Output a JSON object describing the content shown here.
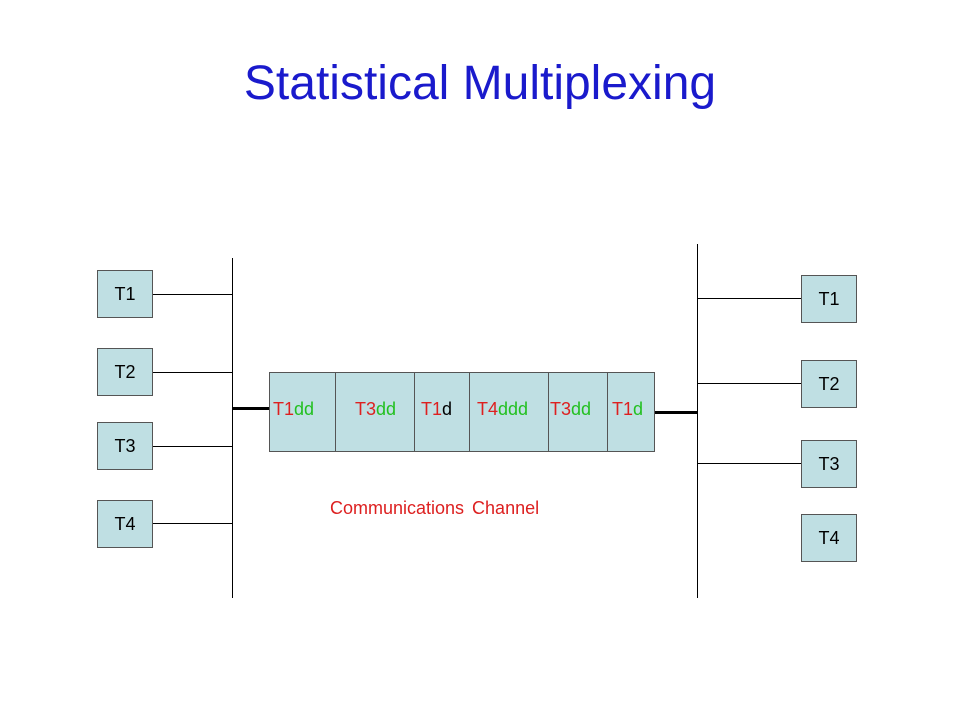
{
  "title": "Statistical Multiplexing",
  "left_terminals": [
    {
      "label": "T1"
    },
    {
      "label": "T2"
    },
    {
      "label": "T3"
    },
    {
      "label": "T4"
    }
  ],
  "right_terminals": [
    {
      "label": "T1"
    },
    {
      "label": "T2"
    },
    {
      "label": "T3"
    },
    {
      "label": "T4"
    }
  ],
  "packets": [
    {
      "id": "T1",
      "data": "dd"
    },
    {
      "id": "T3",
      "data": "dd"
    },
    {
      "id": "T1",
      "data": "d"
    },
    {
      "id": "T4",
      "data": "ddd"
    },
    {
      "id": "T3",
      "data": "dd"
    },
    {
      "id": "T1",
      "data": "d"
    }
  ],
  "channel_label": "Communications Channel",
  "colors": {
    "title": "#1a1acc",
    "terminal_fill": "#bfdfe3",
    "id_text": "#dd2020",
    "data_text": "#22c020",
    "channel_label": "#dd2020"
  }
}
